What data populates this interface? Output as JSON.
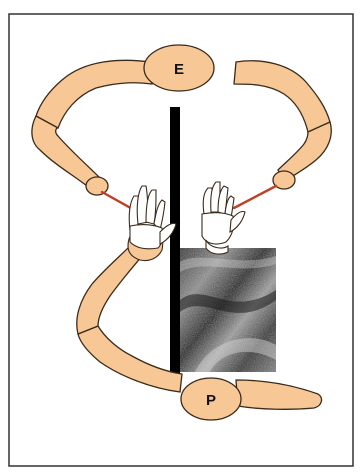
{
  "labels": {
    "top_figure": "E",
    "bottom_figure": "P"
  },
  "colors": {
    "skin": "#f7c896",
    "outline": "#3a2a1a",
    "rod": "#c0402a",
    "partition": "#000000"
  },
  "icons": [
    "hand-icon",
    "stick-icon",
    "fabric-texture-image"
  ]
}
